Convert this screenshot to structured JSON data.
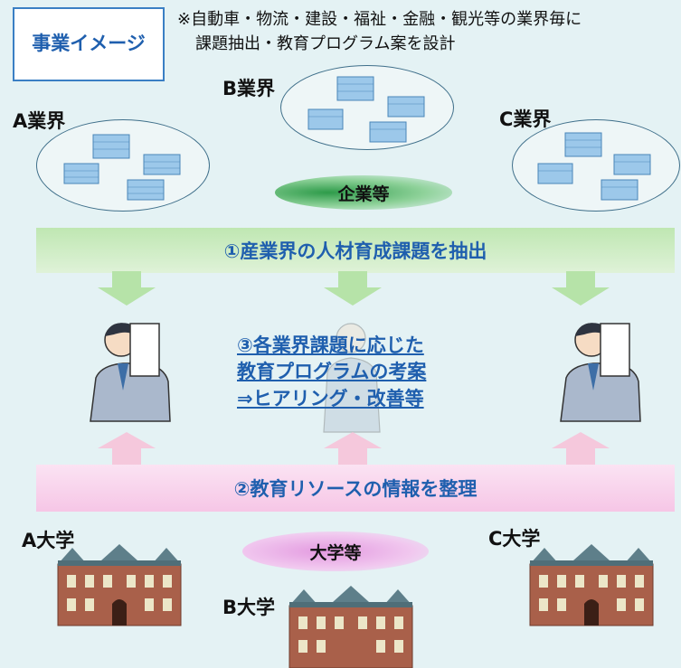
{
  "title": "事業イメージ",
  "note": {
    "line1": "※自動車・物流・建設・福祉・金融・観光等の業界毎に",
    "line2": "課題抽出・教育プログラム案を設計"
  },
  "industries": {
    "a": "A業界",
    "b": "B業界",
    "c": "C業界"
  },
  "companies_pill": "企業等",
  "step1": "①産業界の人材育成課題を抽出",
  "step3": {
    "line1": "③各業界課題に応じた",
    "line2": "教育プログラムの考案",
    "line3": "⇒ヒアリング・改善等"
  },
  "step2": "②教育リソースの情報を整理",
  "universities": {
    "a": "A大学",
    "b": "B大学",
    "c": "C大学"
  },
  "universities_pill": "大学等",
  "colors": {
    "accent_blue": "#1f5fae",
    "green_band": "#bfe7b2",
    "pink_band": "#f8cdea",
    "background": "#e4f2f4"
  }
}
